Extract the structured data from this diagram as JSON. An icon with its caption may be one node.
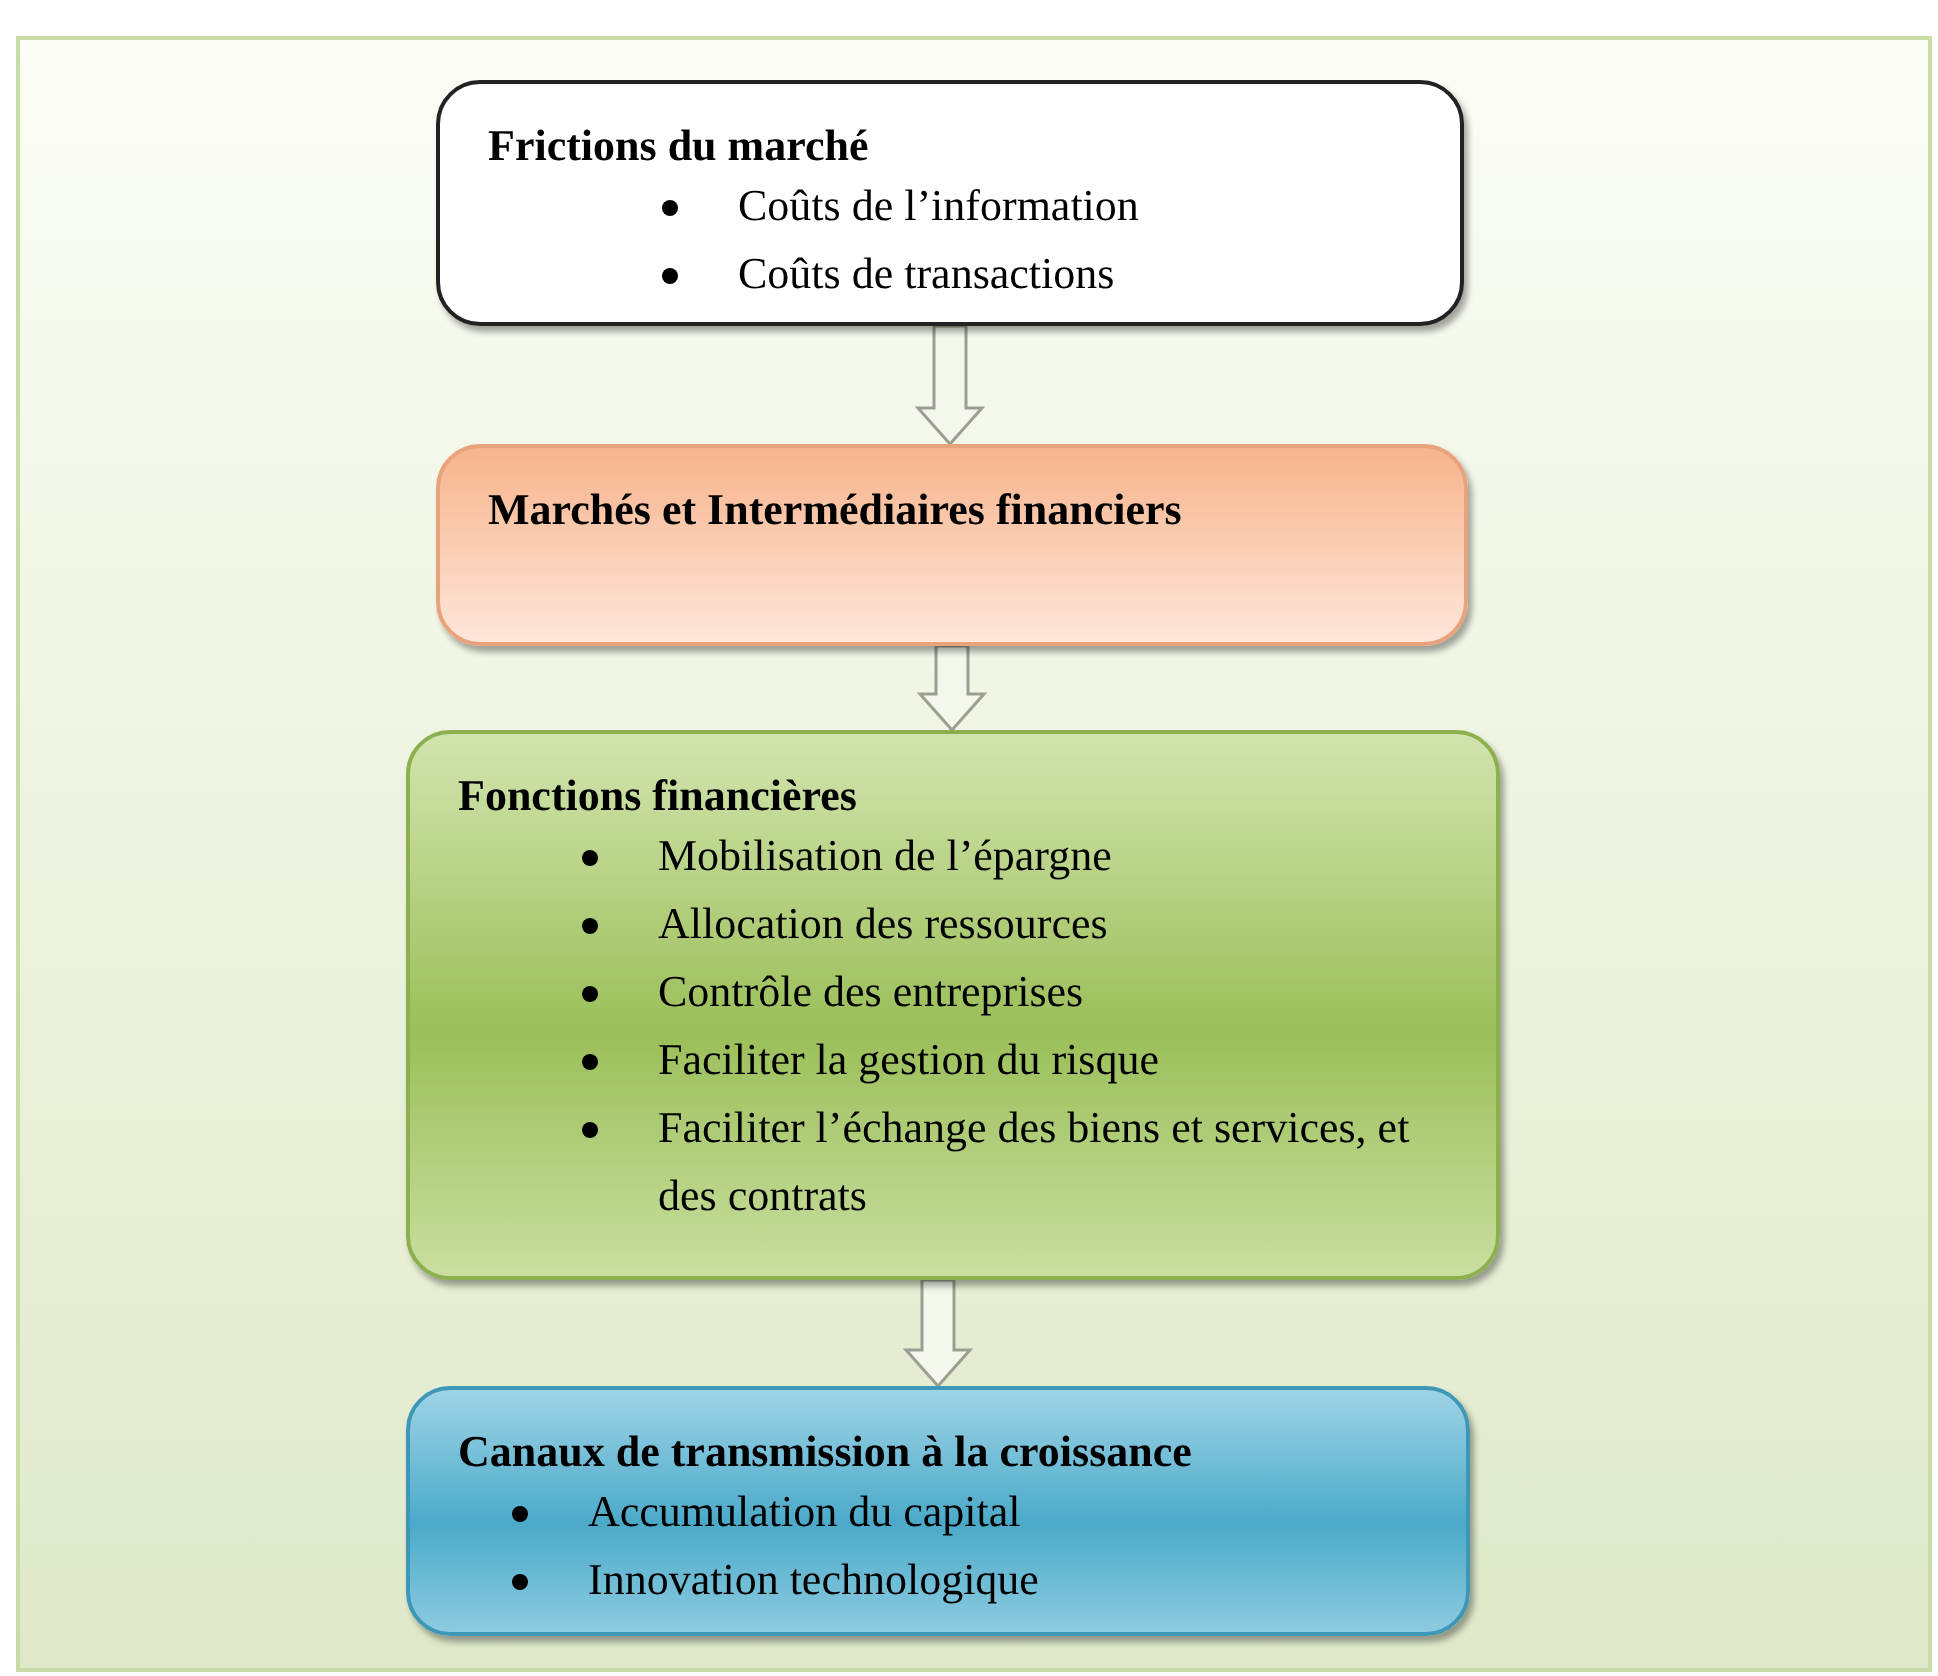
{
  "diagram": {
    "nodes": [
      {
        "text": [
          "Frictions du marché",
          "Coûts de l’information",
          "Coûts de transactions"
        ]
      },
      {
        "text": [
          "Marchés et Intermédiaires financiers"
        ]
      },
      {
        "text": [
          "Fonctions financières",
          "Mobilisation de l’épargne",
          "Allocation des ressources",
          "Contrôle des entreprises",
          "Faciliter la gestion du risque",
          "Faciliter l’échange des biens et services, et des contrats"
        ]
      },
      {
        "text": [
          "Canaux de transmission à la croissance",
          "Accumulation du capital",
          "Innovation technologique"
        ]
      }
    ],
    "edges": [
      {
        "from": 0,
        "to": 1,
        "arrow": "to"
      },
      {
        "from": 1,
        "to": 2,
        "arrow": "to"
      },
      {
        "from": 2,
        "to": 3,
        "arrow": "to"
      }
    ]
  }
}
